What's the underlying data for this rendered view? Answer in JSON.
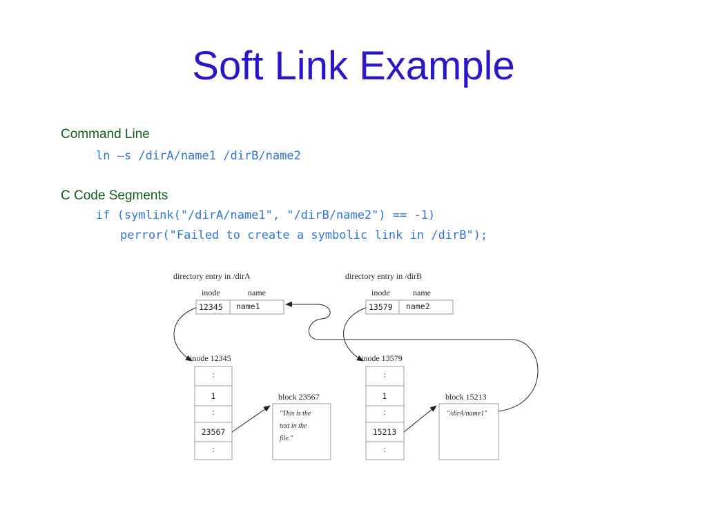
{
  "title": "Soft Link Example",
  "command_line": {
    "heading": "Command Line",
    "command": "ln –s /dirA/name1 /dirB/name2"
  },
  "c_code": {
    "heading": "C Code Segments",
    "line1": "if (symlink(\"/dirA/name1\", \"/dirB/name2\") == -1)",
    "line2": "perror(\"Failed to create a symbolic link in /dirB\");"
  },
  "diagram": {
    "left": {
      "dir_label_prefix": "directory entry in ",
      "dir_label_path": "/dirA",
      "col_inode": "inode",
      "col_name": "name",
      "entry_inode": "12345",
      "entry_name": "name1",
      "inode_label": "inode 12345",
      "dots": ":",
      "link_count": "1",
      "block_pointer": "23567",
      "block_label": "block 23567",
      "block_line1": "\"This is the",
      "block_line2": "text in the",
      "block_line3": "file.\""
    },
    "right": {
      "dir_label_prefix": "directory entry in ",
      "dir_label_path": "/dirB",
      "col_inode": "inode",
      "col_name": "name",
      "entry_inode": "13579",
      "entry_name": "name2",
      "inode_label": "inode 13579",
      "dots": ":",
      "link_count": "1",
      "block_pointer": "15213",
      "block_label": "block 15213",
      "block_line1": "\"/dirA/name1\""
    }
  }
}
